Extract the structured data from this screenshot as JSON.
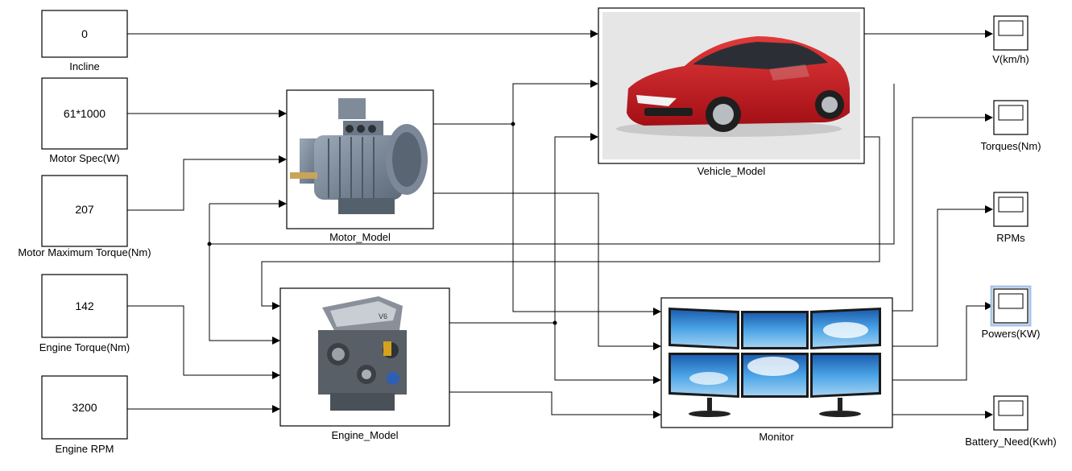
{
  "constants": [
    {
      "value": "0",
      "label": "Incline"
    },
    {
      "value": "61*1000",
      "label": "Motor Spec(W)"
    },
    {
      "value": "207",
      "label": "Motor Maximum Torque(Nm)"
    },
    {
      "value": "142",
      "label": "Engine Torque(Nm)"
    },
    {
      "value": "3200",
      "label": "Engine RPM"
    }
  ],
  "subsystems": {
    "motor": {
      "label": "Motor_Model",
      "image": "electric-motor-icon"
    },
    "engine": {
      "label": "Engine_Model",
      "image": "car-engine-icon"
    },
    "vehicle": {
      "label": "Vehicle_Model",
      "image": "red-car-icon"
    },
    "monitor": {
      "label": "Monitor",
      "image": "multi-monitor-icon"
    }
  },
  "scopes": [
    {
      "label": "V(km/h)"
    },
    {
      "label": "Torques(Nm)"
    },
    {
      "label": "RPMs"
    },
    {
      "label": "Powers(KW)",
      "selected": true
    },
    {
      "label": "Battery_Need(Kwh)"
    }
  ],
  "colors": {
    "selection": "#a9c4e8",
    "car_body": "#c8161d",
    "sky": "#3a8fd6"
  }
}
